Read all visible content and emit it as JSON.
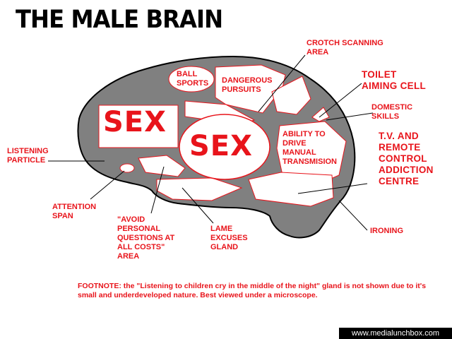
{
  "title": "THE MALE BRAIN",
  "colors": {
    "label": "#e8141b",
    "brain": "#808080",
    "outline": "#000000",
    "region": "#ffffff"
  },
  "regions": {
    "sex_large": "SEX",
    "sex_center": "SEX",
    "ball_sports": "BALL\nSPORTS",
    "dangerous_pursuits": "DANGEROUS\nPURSUITS",
    "ability_to_drive": "ABILITY TO\nDRIVE\nMANUAL\nTRANSMISION"
  },
  "callouts": {
    "crotch_scanning": "CROTCH SCANNING\nAREA",
    "toilet_aiming": "TOILET\nAIMING CELL",
    "domestic_skills": "DOMESTIC\nSKILLS",
    "tv_remote": "T.V. AND\nREMOTE\nCONTROL\nADDICTION\nCENTRE",
    "listening_particle": "LISTENING\nPARTICLE",
    "attention_span": "ATTENTION\nSPAN",
    "avoid_personal": "\"AVOID\nPERSONAL\nQUESTIONS AT\nALL COSTS\"\nAREA",
    "lame_excuses": "LAME\nEXCUSES\nGLAND",
    "ironing": "IRONING"
  },
  "footnote": "FOOTNOTE: the \"Listening to children cry in the middle of the night\" gland is not shown due to it's small and underdeveloped nature.  Best viewed under a microscope.",
  "credit": "www.medialunchbox.com"
}
